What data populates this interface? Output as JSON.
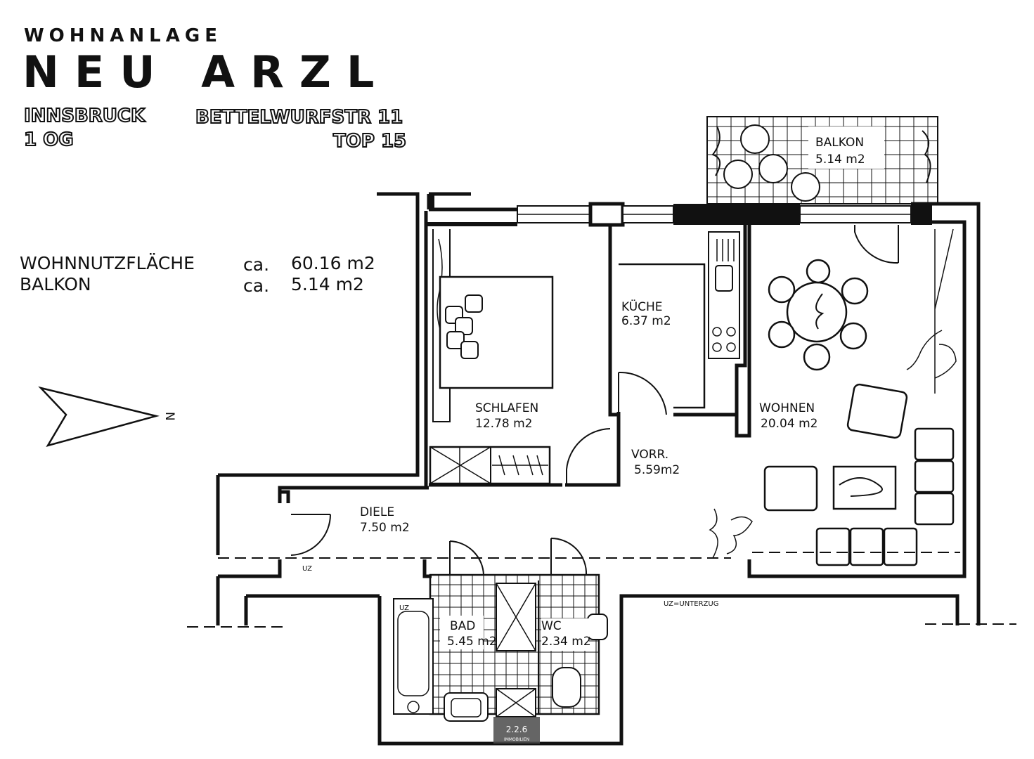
{
  "header": {
    "kicker": "WOHNANLAGE",
    "title": "NEU ARZL",
    "city": "INNSBRUCK",
    "floor": "1 OG",
    "street": "BETTELWURFSTR 11",
    "unit": "TOP 15"
  },
  "areas_summary": {
    "rows": [
      {
        "label": "WOHNNUTZFLÄCHE",
        "prefix": "ca.",
        "value": "60.16 m2"
      },
      {
        "label": "BALKON",
        "prefix": "ca.",
        "value": "5.14 m2"
      }
    ]
  },
  "compass": {
    "label": "N"
  },
  "rooms": {
    "balkon": {
      "name": "BALKON",
      "area": "5.14  m2"
    },
    "kueche": {
      "name": "KÜCHE",
      "area": "6.37 m2"
    },
    "schlafen": {
      "name": "SCHLAFEN",
      "area": "12.78  m2"
    },
    "wohnen": {
      "name": "WOHNEN",
      "area": "20.04  m2"
    },
    "vorr": {
      "name": "VORR.",
      "area": "5.59m2"
    },
    "diele": {
      "name": "DIELE",
      "area": "7.50 m2"
    },
    "bad": {
      "name": "BAD",
      "area": "5.45 m2"
    },
    "wc": {
      "name": "WC",
      "area": "2.34 m2"
    }
  },
  "annotations": {
    "uz_left": "UZ",
    "uz_legend": "UZ=UNTERZUG",
    "uz_bath": "UZ"
  },
  "watermark": {
    "text": "2.2.6",
    "sub": "IMMOBILIEN"
  }
}
